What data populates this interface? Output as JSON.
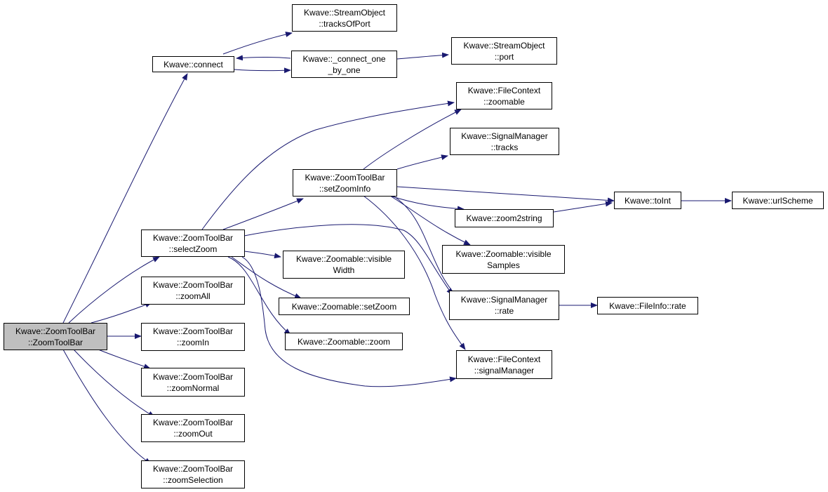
{
  "graph": {
    "edge_color": "#191970",
    "root_fill": "#bfbfbf",
    "node_fill": "#ffffff",
    "nodes": {
      "root": {
        "line1": "Kwave::ZoomToolBar",
        "line2": "::ZoomToolBar"
      },
      "connect": {
        "line1": "Kwave::connect",
        "line2": ""
      },
      "tracksOfPort": {
        "line1": "Kwave::StreamObject",
        "line2": "::tracksOfPort"
      },
      "connectOne": {
        "line1": "Kwave::_connect_one",
        "line2": "_by_one"
      },
      "port": {
        "line1": "Kwave::StreamObject",
        "line2": "::port"
      },
      "fcZoomable": {
        "line1": "Kwave::FileContext",
        "line2": "::zoomable"
      },
      "smTracks": {
        "line1": "Kwave::SignalManager",
        "line2": "::tracks"
      },
      "setZoomInfo": {
        "line1": "Kwave::ZoomToolBar",
        "line2": "::setZoomInfo"
      },
      "toInt": {
        "line1": "Kwave::toInt",
        "line2": ""
      },
      "urlScheme": {
        "line1": "Kwave::urlScheme",
        "line2": ""
      },
      "zoom2string": {
        "line1": "Kwave::zoom2string",
        "line2": ""
      },
      "selectZoom": {
        "line1": "Kwave::ZoomToolBar",
        "line2": "::selectZoom"
      },
      "visibleSamples": {
        "line1": "Kwave::Zoomable::visible",
        "line2": "Samples"
      },
      "visibleWidth": {
        "line1": "Kwave::Zoomable::visible",
        "line2": "Width"
      },
      "zoomAll": {
        "line1": "Kwave::ZoomToolBar",
        "line2": "::zoomAll"
      },
      "setZoom": {
        "line1": "Kwave::Zoomable::setZoom",
        "line2": ""
      },
      "smRate": {
        "line1": "Kwave::SignalManager",
        "line2": "::rate"
      },
      "fiRate": {
        "line1": "Kwave::FileInfo::rate",
        "line2": ""
      },
      "zoomIn": {
        "line1": "Kwave::ZoomToolBar",
        "line2": "::zoomIn"
      },
      "zoomableZoom": {
        "line1": "Kwave::Zoomable::zoom",
        "line2": ""
      },
      "fcSignalManager": {
        "line1": "Kwave::FileContext",
        "line2": "::signalManager"
      },
      "zoomNormal": {
        "line1": "Kwave::ZoomToolBar",
        "line2": "::zoomNormal"
      },
      "zoomOut": {
        "line1": "Kwave::ZoomToolBar",
        "line2": "::zoomOut"
      },
      "zoomSelection": {
        "line1": "Kwave::ZoomToolBar",
        "line2": "::zoomSelection"
      }
    }
  }
}
